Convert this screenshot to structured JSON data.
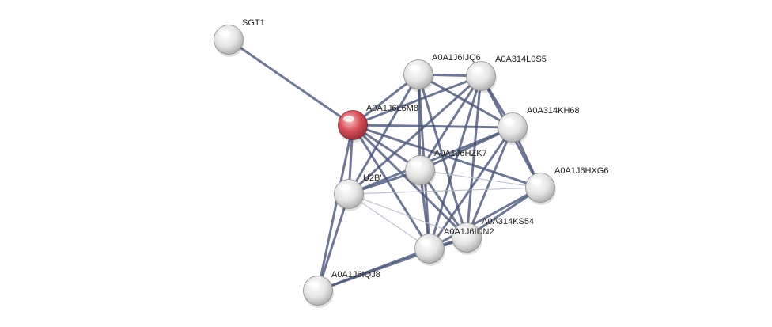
{
  "network": {
    "nodes": [
      {
        "id": "SGT1",
        "label": "SGT1",
        "highlight": false
      },
      {
        "id": "A0A1J6L6M8",
        "label": "A0A1J6L6M8",
        "highlight": true
      },
      {
        "id": "A0A1J6IJQ6",
        "label": "A0A1J6IJQ6",
        "highlight": false
      },
      {
        "id": "A0A314L0S5",
        "label": "A0A314L0S5",
        "highlight": false
      },
      {
        "id": "A0A314KH68",
        "label": "A0A314KH68",
        "highlight": false
      },
      {
        "id": "A0A1J6HZK7",
        "label": "A0A1J6HZK7",
        "highlight": false
      },
      {
        "id": "A0A1J6HXG6",
        "label": "A0A1J6HXG6",
        "highlight": false
      },
      {
        "id": "U2B",
        "label": "U2B'",
        "highlight": false
      },
      {
        "id": "A0A314KS54",
        "label": "A0A314KS54",
        "highlight": false
      },
      {
        "id": "A0A1J6IUN2",
        "label": "A0A1J6IUN2",
        "highlight": false
      },
      {
        "id": "A0A1J6IQJ8",
        "label": "A0A1J6IQJ8",
        "highlight": false
      }
    ],
    "edges": [
      [
        "SGT1",
        "A0A1J6L6M8"
      ],
      [
        "A0A1J6L6M8",
        "A0A1J6IJQ6"
      ],
      [
        "A0A1J6L6M8",
        "A0A314L0S5"
      ],
      [
        "A0A1J6L6M8",
        "A0A314KH68"
      ],
      [
        "A0A1J6L6M8",
        "A0A1J6HZK7"
      ],
      [
        "A0A1J6L6M8",
        "A0A1J6HXG6"
      ],
      [
        "A0A1J6L6M8",
        "U2B"
      ],
      [
        "A0A1J6L6M8",
        "A0A314KS54"
      ],
      [
        "A0A1J6L6M8",
        "A0A1J6IUN2"
      ],
      [
        "A0A1J6L6M8",
        "A0A1J6IQJ8"
      ],
      [
        "A0A1J6IJQ6",
        "A0A314L0S5"
      ],
      [
        "A0A1J6IJQ6",
        "A0A314KH68"
      ],
      [
        "A0A1J6IJQ6",
        "A0A1J6HZK7"
      ],
      [
        "A0A1J6IJQ6",
        "A0A314KS54"
      ],
      [
        "A0A1J6IJQ6",
        "A0A1J6IUN2"
      ],
      [
        "A0A1J6IJQ6",
        "U2B"
      ],
      [
        "A0A314L0S5",
        "A0A314KH68"
      ],
      [
        "A0A314L0S5",
        "A0A1J6HZK7"
      ],
      [
        "A0A314L0S5",
        "A0A314KS54"
      ],
      [
        "A0A314L0S5",
        "A0A1J6IUN2"
      ],
      [
        "A0A314L0S5",
        "U2B"
      ],
      [
        "A0A314L0S5",
        "A0A1J6HXG6"
      ],
      [
        "A0A314KH68",
        "A0A1J6HZK7"
      ],
      [
        "A0A314KH68",
        "A0A314KS54"
      ],
      [
        "A0A314KH68",
        "A0A1J6IUN2"
      ],
      [
        "A0A314KH68",
        "A0A1J6HXG6"
      ],
      [
        "A0A314KH68",
        "U2B"
      ],
      [
        "A0A1J6HZK7",
        "A0A314KS54"
      ],
      [
        "A0A1J6HZK7",
        "A0A1J6IUN2"
      ],
      [
        "A0A1J6HZK7",
        "A0A1J6HXG6"
      ],
      [
        "A0A1J6HZK7",
        "U2B"
      ],
      [
        "A0A1J6HXG6",
        "A0A314KS54"
      ],
      [
        "A0A1J6HXG6",
        "A0A1J6IUN2"
      ],
      [
        "A0A1J6HXG6",
        "U2B"
      ],
      [
        "U2B",
        "A0A1J6IUN2"
      ],
      [
        "U2B",
        "A0A314KS54"
      ],
      [
        "U2B",
        "A0A1J6IQJ8"
      ],
      [
        "A0A314KS54",
        "A0A1J6IUN2"
      ],
      [
        "A0A1J6IUN2",
        "A0A1J6IQJ8"
      ],
      [
        "A0A314KS54",
        "A0A1J6IQJ8"
      ]
    ],
    "colors": {
      "edge": "#4a5578",
      "edge_light": "#b5bccb",
      "node": "#e8e8e8",
      "node_highlight": "#d9505a",
      "label": "#222222"
    }
  }
}
